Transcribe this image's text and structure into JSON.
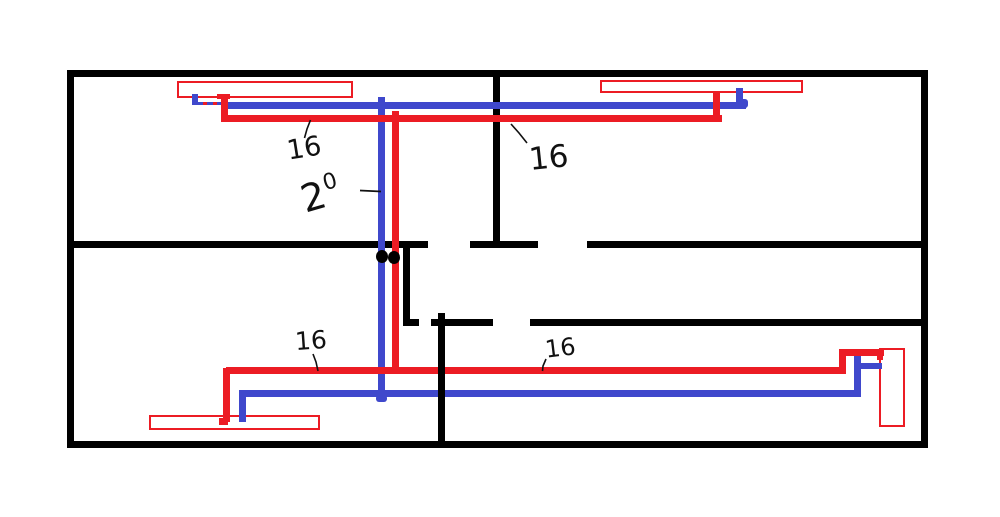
{
  "diagram": {
    "kind": "hand-drawn floor plan with heating pipe routing",
    "background": "#ffffff",
    "wall_color": "#000000",
    "supply_pipe_color": "#ec1c24",
    "return_pipe_color": "#3f48cc",
    "radiator_outline_color": "#ec1c24",
    "radiator_count": 4,
    "junction_dot_count": 2,
    "labels": {
      "top_left_pipe": "16",
      "top_right_pipe": "16",
      "trunk_pipe": "20",
      "bottom_left_pipe": "16",
      "bottom_right_pipe": "16"
    }
  }
}
